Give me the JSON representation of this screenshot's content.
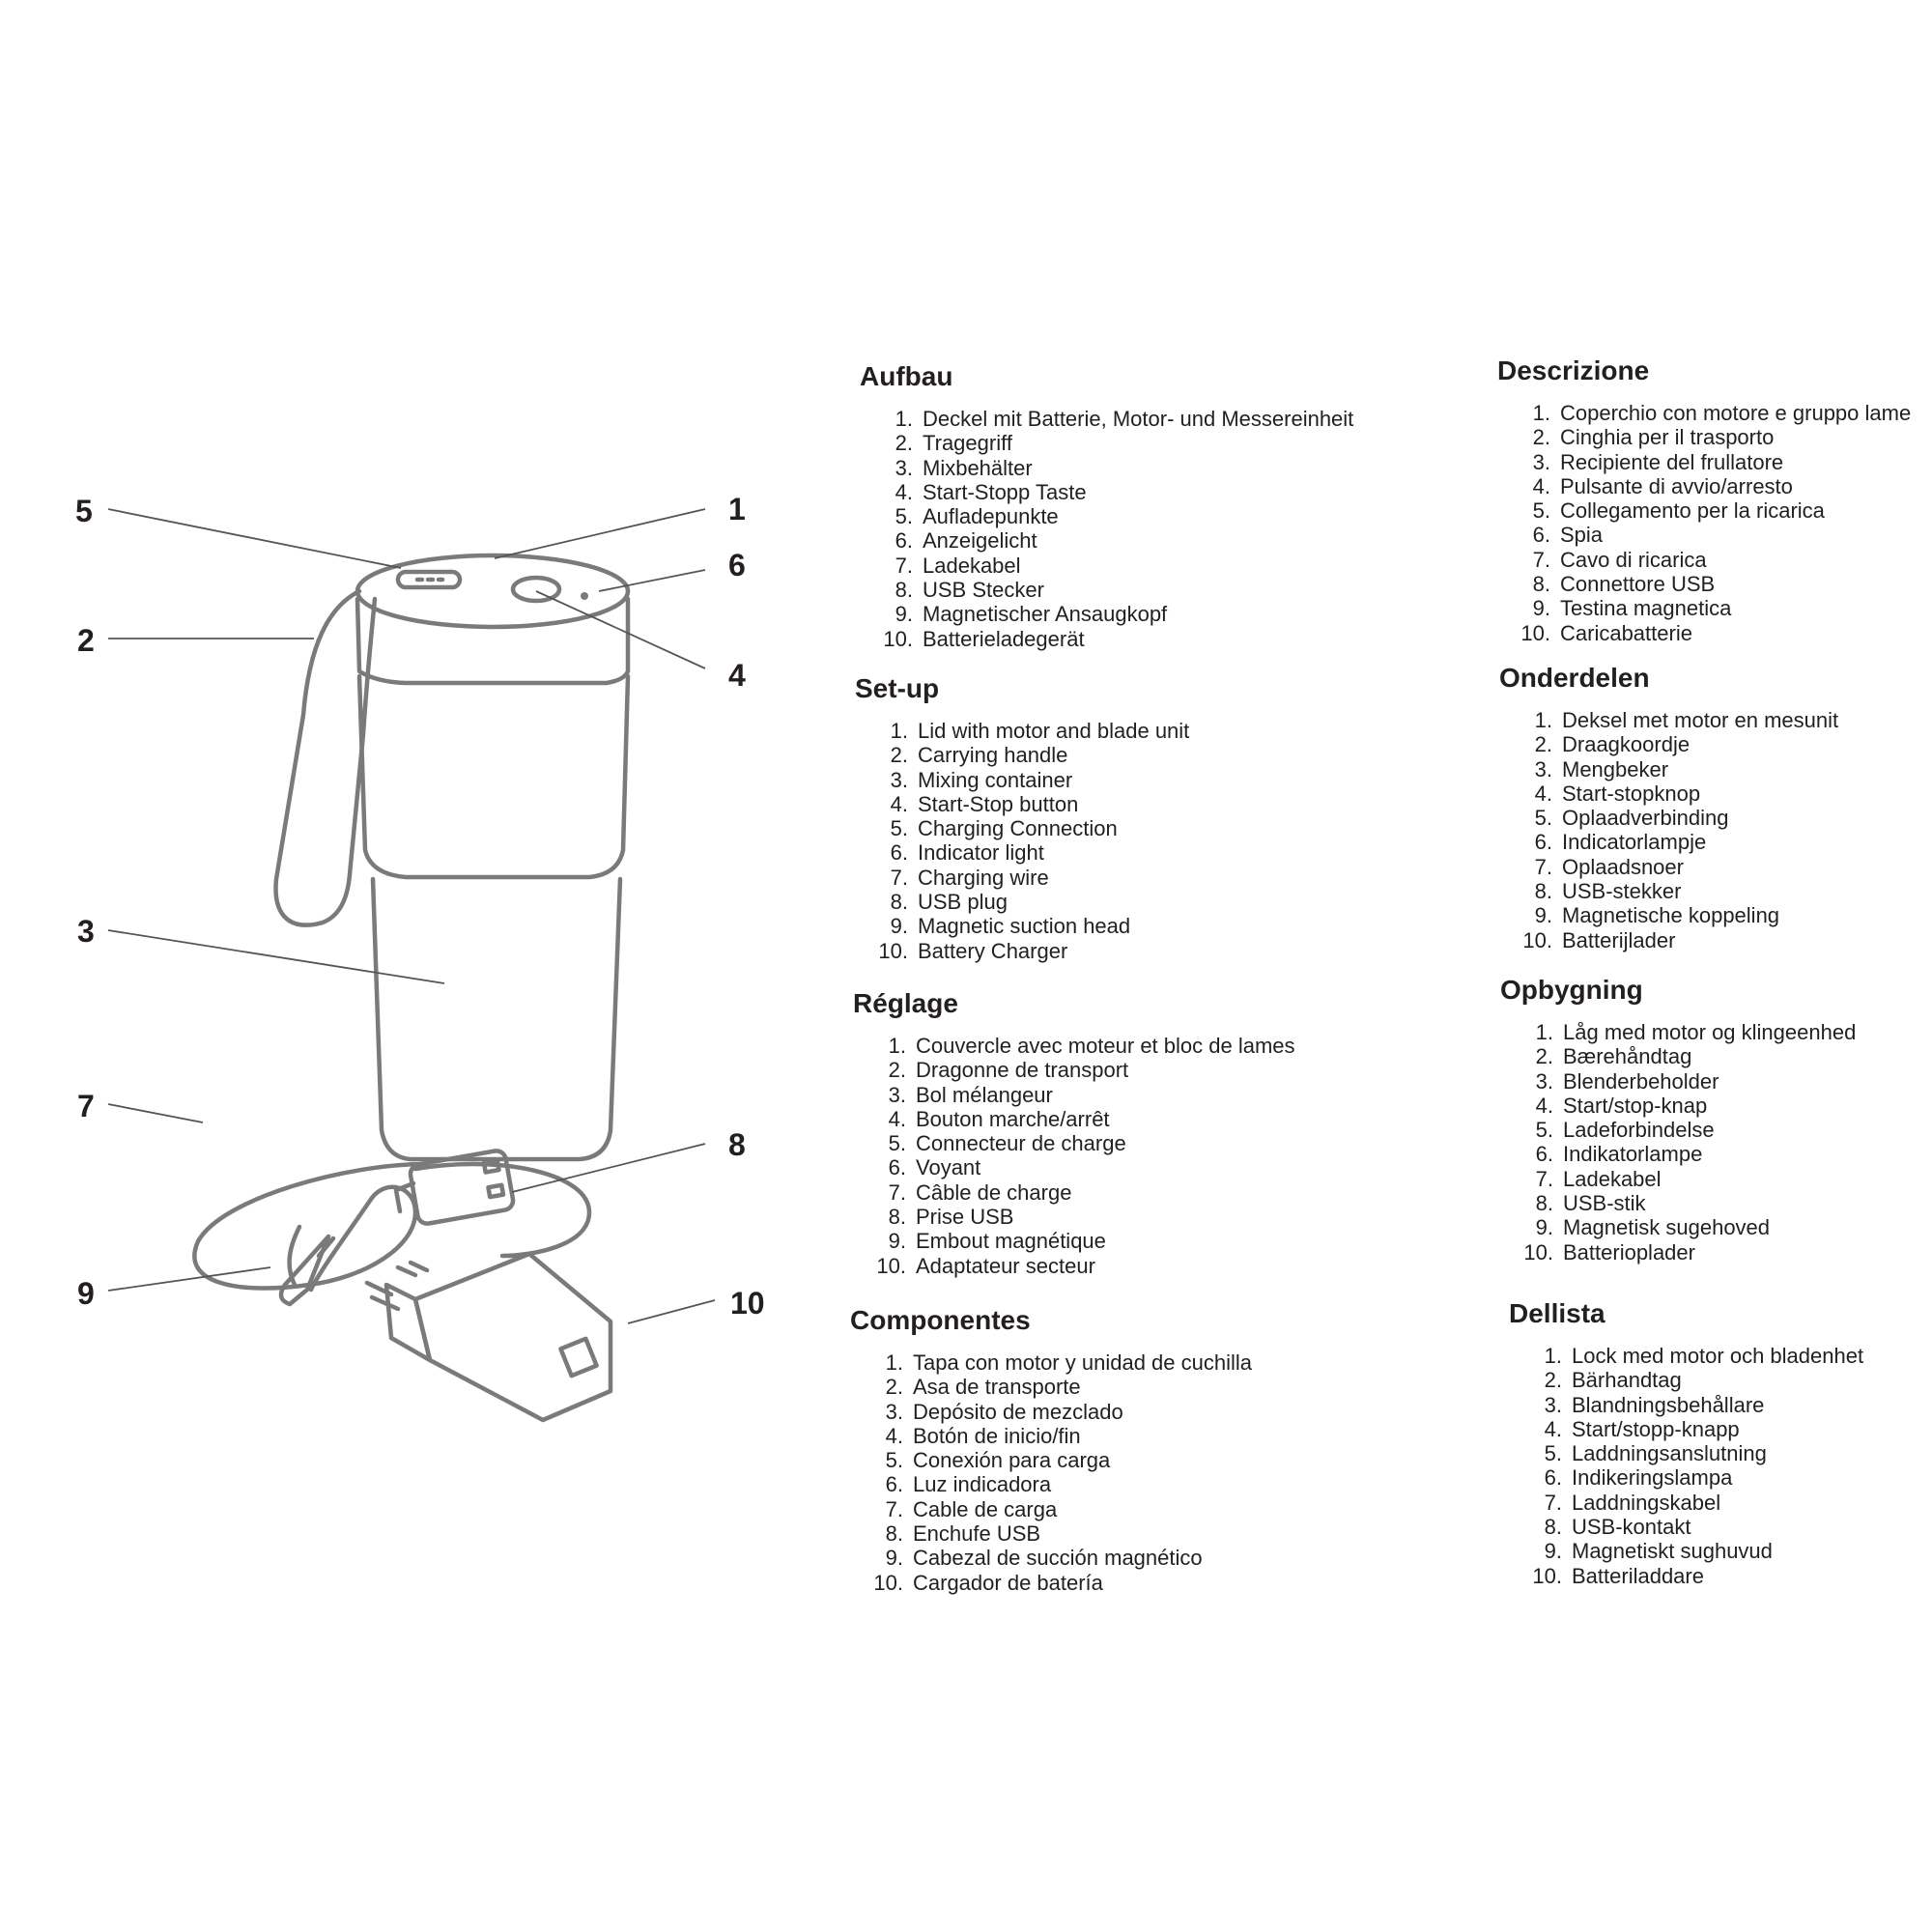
{
  "callouts": [
    "1",
    "2",
    "3",
    "4",
    "5",
    "6",
    "7",
    "8",
    "9",
    "10"
  ],
  "sections": [
    {
      "title": "Aufbau",
      "items": [
        "Deckel mit Batterie, Motor- und Messereinheit",
        "Tragegriff",
        "Mixbehälter",
        "Start-Stopp Taste",
        "Aufladepunkte",
        "Anzeigelicht",
        "Ladekabel",
        "USB Stecker",
        "Magnetischer Ansaugkopf",
        "Batterieladegerät"
      ]
    },
    {
      "title": "Set-up",
      "items": [
        "Lid with motor and blade unit",
        "Carrying handle",
        "Mixing container",
        "Start-Stop button",
        "Charging Connection",
        "Indicator light",
        "Charging wire",
        "USB plug",
        "Magnetic suction head",
        "Battery Charger"
      ]
    },
    {
      "title": "Réglage",
      "items": [
        "Couvercle avec moteur et bloc de lames",
        "Dragonne de transport",
        "Bol mélangeur",
        "Bouton marche/arrêt",
        "Connecteur de charge",
        "Voyant",
        "Câble de charge",
        "Prise USB",
        "Embout magnétique",
        "Adaptateur secteur"
      ]
    },
    {
      "title": "Componentes",
      "items": [
        "Tapa con motor y unidad de cuchilla",
        "Asa de transporte",
        "Depósito de mezclado",
        "Botón de inicio/fin",
        "Conexión para carga",
        "Luz indicadora",
        "Cable de carga",
        "Enchufe USB",
        "Cabezal de succión magnético",
        "Cargador de batería"
      ]
    },
    {
      "title": "Descrizione",
      "items": [
        "Coperchio con motore e gruppo lame",
        "Cinghia per il trasporto",
        "Recipiente del frullatore",
        "Pulsante di avvio/arresto",
        "Collegamento per la ricarica",
        "Spia",
        "Cavo di ricarica",
        "Connettore USB",
        "Testina magnetica",
        "Caricabatterie"
      ]
    },
    {
      "title": "Onderdelen",
      "items": [
        "Deksel met motor en mesunit",
        "Draagkoordje",
        "Mengbeker",
        "Start-stopknop",
        "Oplaadverbinding",
        "Indicatorlampje",
        "Oplaadsnoer",
        "USB-stekker",
        "Magnetische koppeling",
        "Batterijlader"
      ]
    },
    {
      "title": "Opbygning",
      "items": [
        "Låg med motor og klingeenhed",
        "Bærehåndtag",
        "Blenderbeholder",
        "Start/stop-knap",
        "Ladeforbindelse",
        "Indikatorlampe",
        "Ladekabel",
        "USB-stik",
        "Magnetisk sugehoved",
        "Batterioplader"
      ]
    },
    {
      "title": "Dellista",
      "items": [
        "Lock med motor och bladenhet",
        "Bärhandtag",
        "Blandningsbehållare",
        "Start/stopp-knapp",
        "Laddningsanslutning",
        "Indikeringslampa",
        "Laddningskabel",
        "USB-kontakt",
        "Magnetiskt sughuvud",
        "Batteriladdare"
      ]
    }
  ]
}
